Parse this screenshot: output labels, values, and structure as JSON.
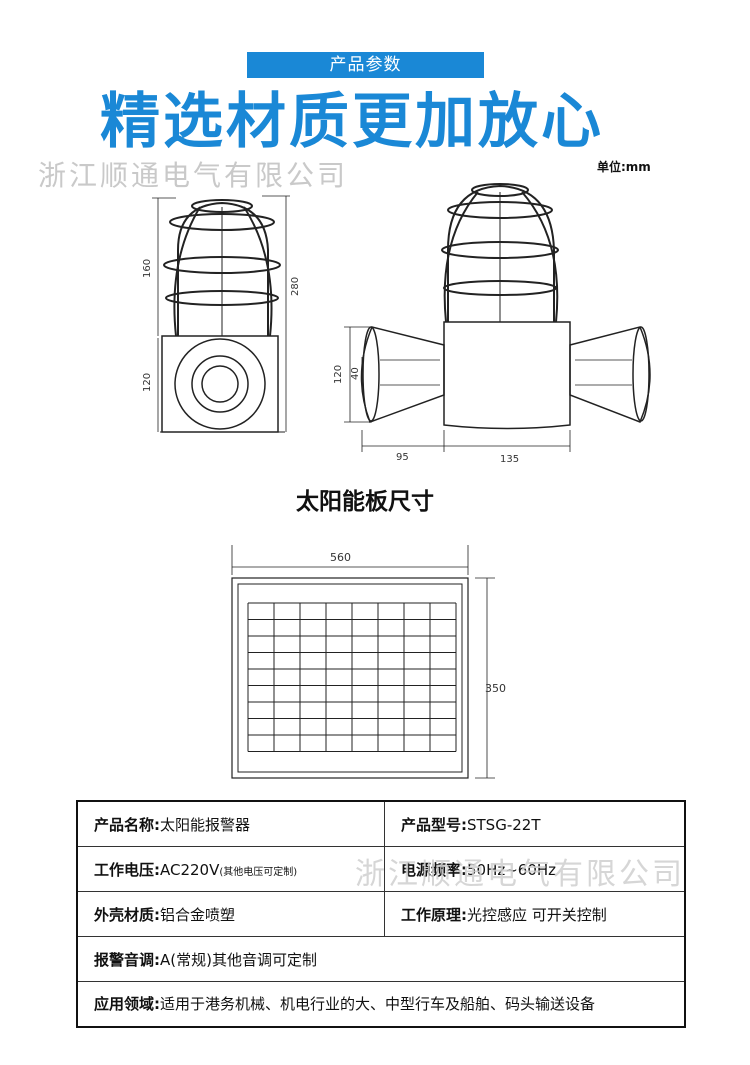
{
  "header": {
    "badge": "产品参数",
    "headline": "精选材质更加放心",
    "watermark": "浙江顺通电气有限公司",
    "unit": "单位:mm"
  },
  "drawing": {
    "dim_160": "160",
    "dim_280": "280",
    "dim_120_left": "120",
    "dim_120_right": "120",
    "dim_40": "40",
    "dim_95": "95",
    "dim_135": "135"
  },
  "solar": {
    "title": "太阳能板尺寸",
    "width": "560",
    "height": "350"
  },
  "specs": {
    "name_label": "产品名称:",
    "name_value": "太阳能报警器",
    "model_label": "产品型号:",
    "model_value": "STSG-22T",
    "voltage_label": "工作电压:",
    "voltage_value": "AC220V",
    "voltage_note": "(其他电压可定制)",
    "freq_label": "电源频率:",
    "freq_value": "50Hz~60Hz",
    "shell_label": "外壳材质:",
    "shell_value": "铝合金喷塑",
    "principle_label": "工作原理:",
    "principle_value": "光控感应 可开关控制",
    "tone_label": "报警音调:",
    "tone_value": "A(常规)其他音调可定制",
    "usage_label": "应用领域:",
    "usage_value": "适用于港务机械、机电行业的大、中型行车及船舶、码头输送设备"
  }
}
